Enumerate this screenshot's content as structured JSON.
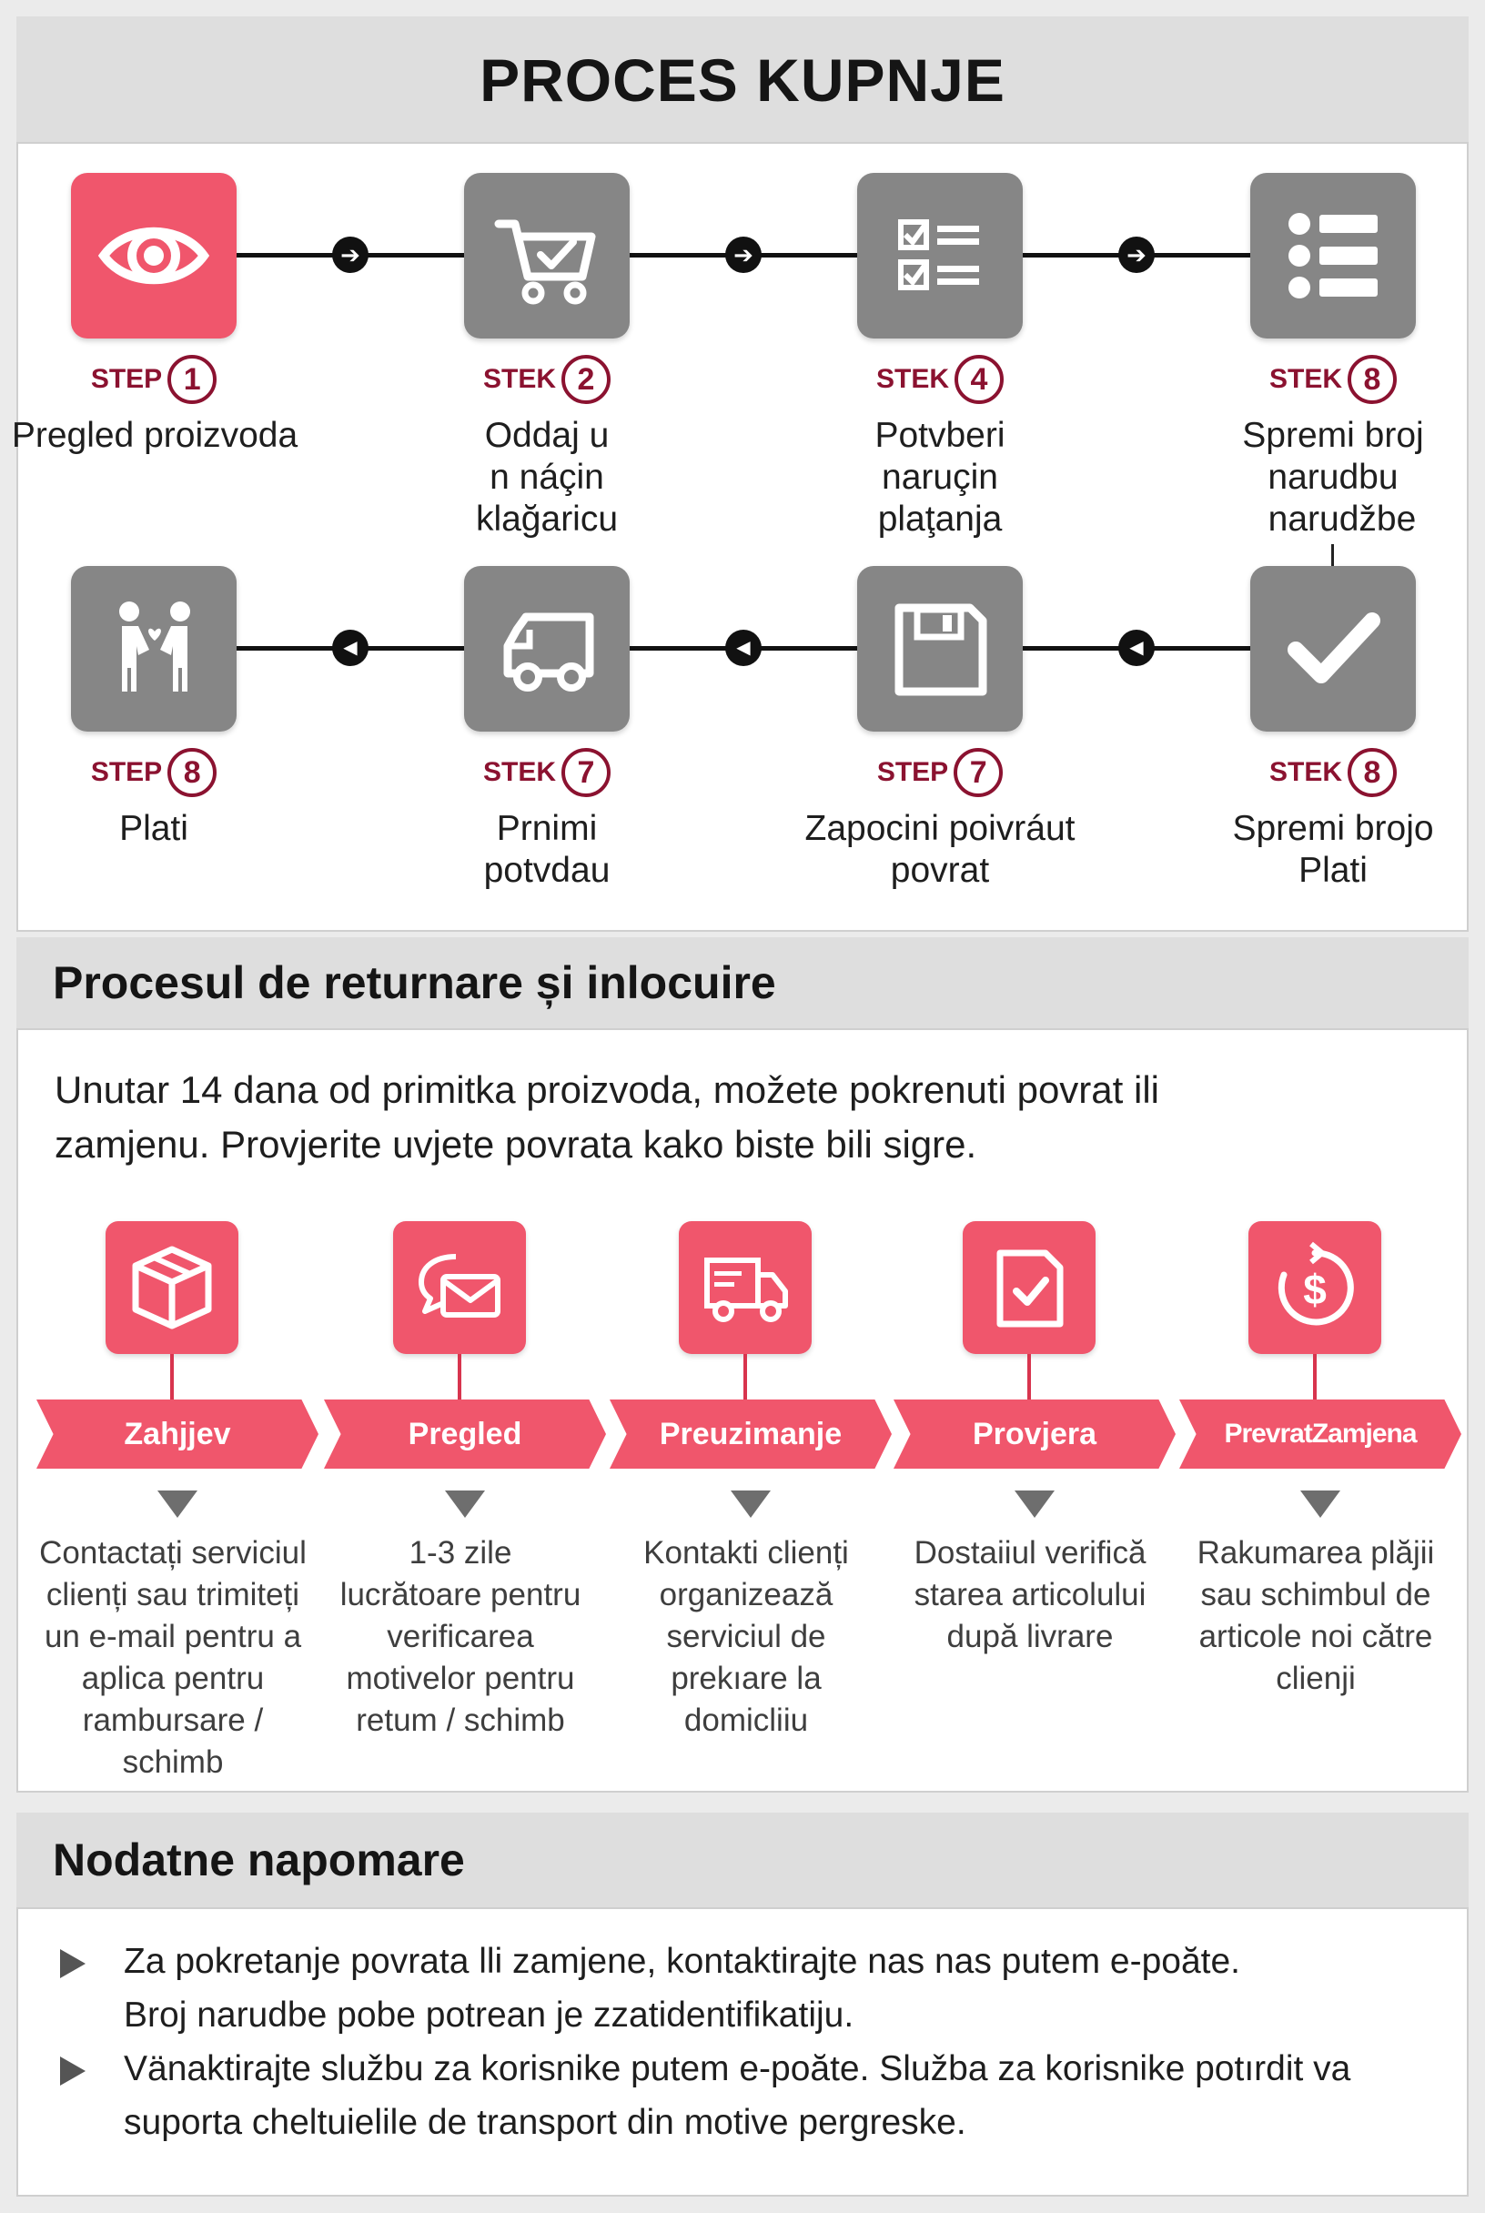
{
  "purchase": {
    "title": "PROCES KUPNJE",
    "steps": [
      {
        "icon": "eye-icon",
        "active": true,
        "step_word": "STEP",
        "step_num": "1",
        "caption": [
          "Pregled proizvoda"
        ]
      },
      {
        "icon": "cart-icon",
        "active": false,
        "step_word": "STEK",
        "step_num": "2",
        "caption": [
          "Oddaj u",
          "n náçin",
          "klağaricu"
        ]
      },
      {
        "icon": "checklist-icon",
        "active": false,
        "step_word": "STEK",
        "step_num": "4",
        "caption": [
          "Potvberi",
          "naruçin",
          "plaţanja"
        ]
      },
      {
        "icon": "list-icon",
        "active": false,
        "step_word": "STEK",
        "step_num": "8",
        "caption": [
          "Spremi broj",
          "narudbu",
          "narudžbe"
        ]
      },
      {
        "icon": "handshake-icon",
        "active": false,
        "step_word": "STEP",
        "step_num": "8",
        "caption": [
          "Plati"
        ]
      },
      {
        "icon": "truck-icon",
        "active": false,
        "step_word": "STEK",
        "step_num": "7",
        "caption": [
          "Prnimi",
          "potvdau"
        ]
      },
      {
        "icon": "save-icon",
        "active": false,
        "step_word": "STEP",
        "step_num": "7",
        "caption": [
          "Zapocini poivráut",
          "povrat"
        ]
      },
      {
        "icon": "checkmark-icon",
        "active": false,
        "step_word": "STEK",
        "step_num": "8",
        "caption": [
          "Spremi brojo",
          "Plati"
        ]
      }
    ],
    "arrow_right": "➔",
    "arrow_left": "◀"
  },
  "returns": {
    "title": "Procesul de returnare și inlocuire",
    "intro": [
      "Unutar 14 dana od primitka proizvoda, možete pokrenuti povrat ili",
      "zamjenu. Provjerite uvjete povrata  kako biste bili sigre."
    ],
    "steps": [
      {
        "icon": "box-icon",
        "label": "Zahjjev",
        "desc": [
          "Contactați serviciul",
          "clienți sau trimiteți",
          "un e-mail pentru a",
          "aplica pentru",
          "rambursare /",
          "schimb"
        ]
      },
      {
        "icon": "message-icon",
        "label": "Pregled",
        "desc": [
          "1-3 zile",
          "lucrătoare pentru",
          "verificarea",
          "motivelor pentru",
          "retum / schimb"
        ]
      },
      {
        "icon": "delivery-truck-icon",
        "label": "Preuzimanje",
        "desc": [
          "Kontakti clienți",
          "organizează",
          "serviciul de",
          "prekıare la",
          "domicliiu"
        ]
      },
      {
        "icon": "document-check-icon",
        "label": "Provjera",
        "desc": [
          "Dostaiiul verifică",
          "starea articolului",
          "după livrare"
        ]
      },
      {
        "icon": "refund-icon",
        "label": "PrevratZamjena",
        "desc": [
          "Rakumarea plăjii",
          "sau schimbul de",
          "articole noi către",
          "clienji"
        ]
      }
    ]
  },
  "notes": {
    "title": "Nodatne napomare",
    "items": [
      [
        "Za pokretanje povrata lli zamjene, kontaktirajte nas nas putem e-poăte.",
        "Broj narudbe pobe potrean je zzatidentifikatiju."
      ],
      [
        "Vänaktirajte službu za korisnike putem e-poăte. Služba za korisnike potırdit va",
        "suporta cheltuielile de transport din motive pergreske."
      ]
    ]
  },
  "colors": {
    "accent": "#f0566c",
    "tile_gray": "#868686",
    "step_label": "#8b1230"
  }
}
